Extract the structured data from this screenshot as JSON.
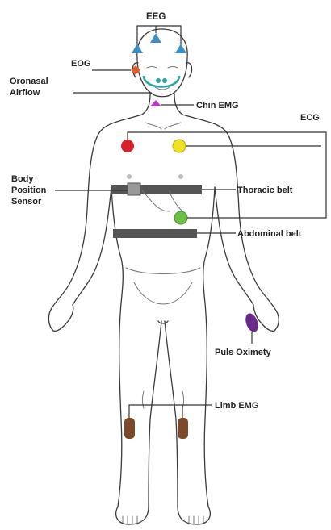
{
  "labels": {
    "eeg": "EEG",
    "eog": "EOG",
    "oronasal_line1": "Oronasal",
    "oronasal_line2": "Airflow",
    "chin_emg": "Chin EMG",
    "ecg": "ECG",
    "body_pos_line1": "Body",
    "body_pos_line2": "Position",
    "body_pos_line3": "Sensor",
    "thoracic_belt": "Thoracic belt",
    "abdominal_belt": "Abdominal belt",
    "puls_oximetry": "Puls Oximety",
    "limb_emg": "Limb EMG"
  },
  "colors": {
    "eeg_electrode": "#3e8fc4",
    "eog_electrode": "#e0612f",
    "airflow_cannula": "#2aa3a3",
    "chin_emg": "#b53bbf",
    "ecg_red": "#d6222a",
    "ecg_yellow": "#f1e21f",
    "ecg_green": "#6cc04a",
    "belt": "#555555",
    "oximeter": "#6a2a8c",
    "limb_emg": "#7a4a2a"
  }
}
